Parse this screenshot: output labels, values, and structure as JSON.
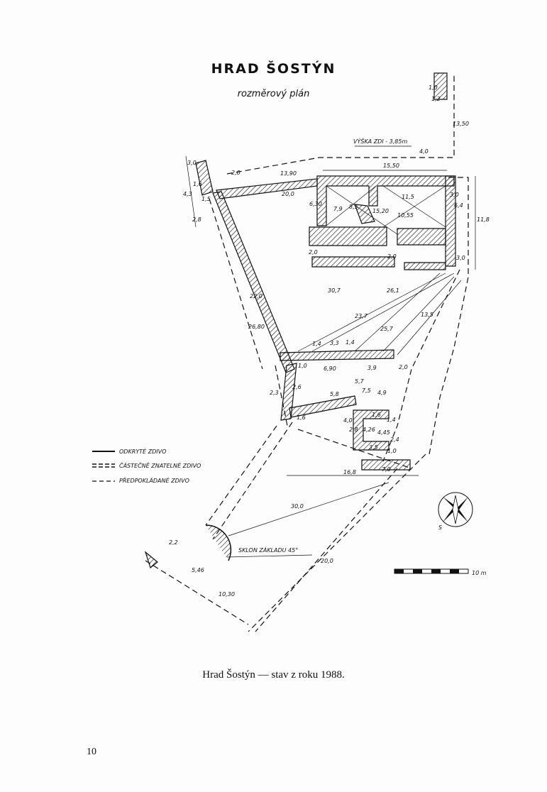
{
  "title": "HRAD ŠOSTÝN",
  "subtitle": "rozměrový plán",
  "caption": "Hrad Šostýn — stav z roku 1988.",
  "page_number": "10",
  "annotations": {
    "wall_height": "VÝŠKA ZDI - 3,85m",
    "slope": "SKLON ZÁKLADU 45°"
  },
  "legend": [
    {
      "label": "ODKRYTÉ ZDIVO",
      "style": "solid"
    },
    {
      "label": "ČÁSTEČNĚ ZNATELNÉ ZDIVO",
      "style": "double-dashed"
    },
    {
      "label": "PŘEDPOKLÁDANÉ ZDIVO",
      "style": "dashed"
    }
  ],
  "scale": {
    "label": "10 m"
  },
  "compass": {
    "label": "S"
  },
  "dimensions": [
    "15,50",
    "13,90",
    "20,0",
    "11,5",
    "10,55",
    "15,20",
    "8,5",
    "7,9",
    "3,0",
    "6,4",
    "11,8",
    "3,0",
    "2,0",
    "2,0",
    "6,30",
    "2,0",
    "1,6",
    "1,5",
    "4,3",
    "2,8",
    "3,0",
    "13,50",
    "1,0",
    "1,2",
    "4,0",
    "22,0",
    "26,80",
    "30,7",
    "26,1",
    "23,7",
    "25,7",
    "13,5",
    "3,3",
    "1,4",
    "1,4",
    "1,0",
    "6,90",
    "3,9",
    "2,0",
    "7,5",
    "5,7",
    "2,6",
    "4,9",
    "5,8",
    "2,3",
    "1,6",
    "4,0",
    "2,8",
    "4,26",
    "4,45",
    "1,6",
    "1,4",
    "3,5",
    "2,4",
    "1,0",
    "16,8",
    "7,0",
    "30,0",
    "20,0",
    "2,2",
    "5,46",
    "10,30"
  ]
}
